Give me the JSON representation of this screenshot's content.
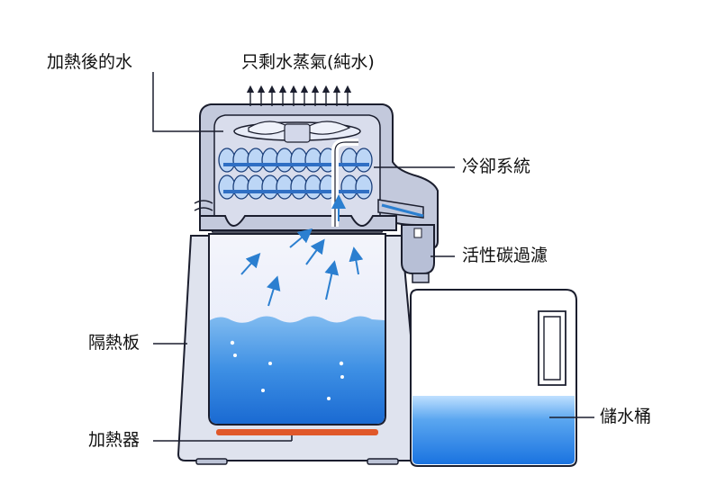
{
  "labels": {
    "heated_water": "加熱後的水",
    "steam_only": "只剩水蒸氣(純水)",
    "cooling_system": "冷卻系統",
    "carbon_filter": "活性碳過濾",
    "insulation_plate": "隔熱板",
    "heater": "加熱器",
    "storage_bucket": "儲水桶"
  },
  "colors": {
    "outline": "#1b1e2e",
    "body": "#c9cfe0",
    "chamber": "#e8ecfa",
    "water_top": "#7ab6ee",
    "water_bottom": "#1d6fd6",
    "coil": "#3b7fd0",
    "arrow": "#2b7fd0",
    "heater": "#e0582a",
    "tank_water": "#1e7fe0"
  }
}
